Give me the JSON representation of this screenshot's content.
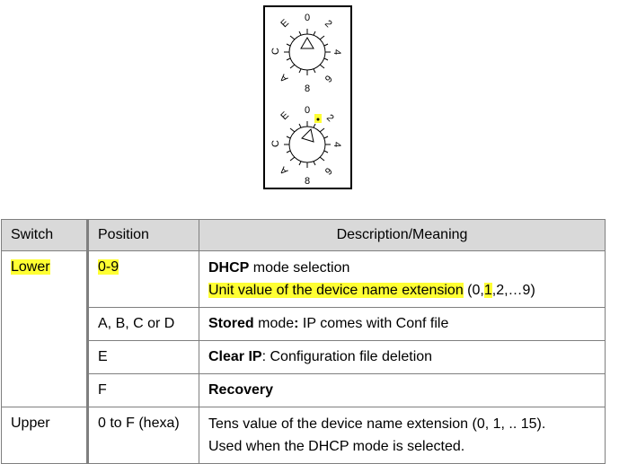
{
  "rotary_switches": {
    "dial_digits": [
      "0",
      "2",
      "4",
      "6",
      "8",
      "A",
      "C",
      "E"
    ],
    "highlight_color": "#ffff33"
  },
  "table": {
    "headers": [
      "Switch",
      "Position",
      "Description/Meaning"
    ],
    "rows": {
      "lower_0_9": {
        "switch": "Lower",
        "position": "0-9",
        "desc_bold": "DHCP",
        "desc_rest": " mode selection",
        "desc_line2_part1": "Unit value of  the device name extension",
        "desc_line2_part2": " (0,",
        "desc_line2_one": "1",
        "desc_line2_part3": ",2,…9)"
      },
      "lower_abcd": {
        "position": "A, B, C or D",
        "desc_bold": "Stored",
        "desc_mid": " mode",
        "desc_colon": ":",
        "desc_rest": " IP comes with Conf file"
      },
      "lower_e": {
        "position": "E",
        "desc_bold": "Clear IP",
        "desc_rest": ": Configuration file deletion"
      },
      "lower_f": {
        "position": "F",
        "desc_bold": "Recovery"
      },
      "upper": {
        "switch": "Upper",
        "position": "0 to F (hexa)",
        "desc_line1": "Tens value of the device name extension (0, 1, .. 15).",
        "desc_line2": "Used when the DHCP mode is selected."
      }
    }
  }
}
